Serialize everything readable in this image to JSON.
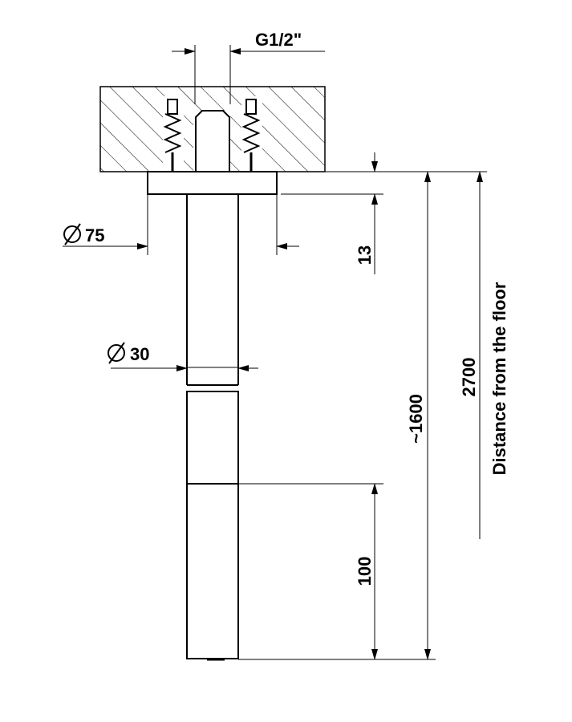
{
  "dimensions": {
    "thread": "G1/2\"",
    "flange_diameter": "75",
    "flange_thickness": "13",
    "pipe_diameter": "30",
    "total_length": "~1600",
    "tip_length": "100",
    "floor_height": "2700",
    "floor_caption": "Distance from the floor"
  },
  "symbols": {
    "diameter": "diameter-icon"
  }
}
